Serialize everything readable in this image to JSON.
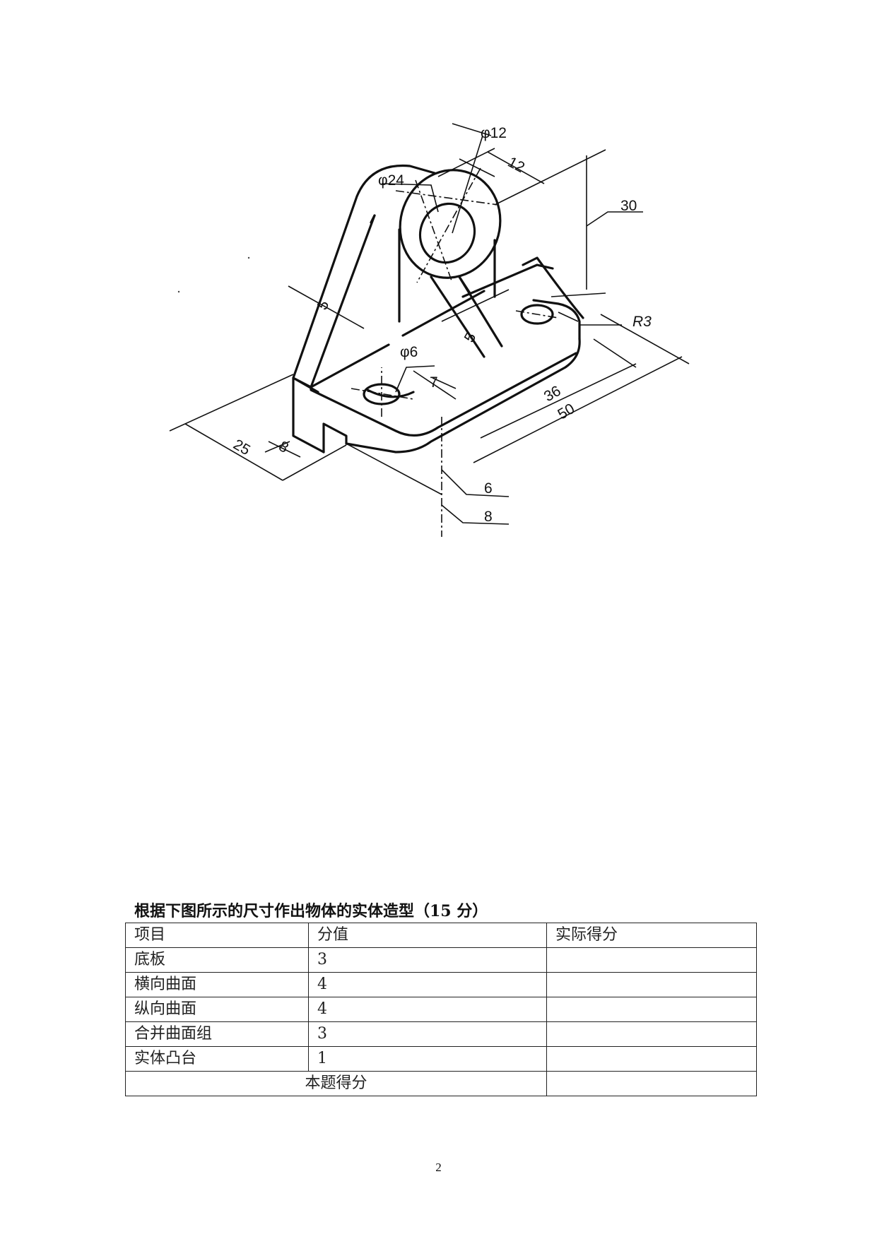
{
  "drawing": {
    "dimensions": {
      "phi12": "φ12",
      "phi24": "φ24",
      "phi6": "φ6",
      "d12": "12",
      "d30": "30",
      "r3": "R3",
      "d5_left": "5",
      "d5_right": "5",
      "d7": "7",
      "d36": "36",
      "d50": "50",
      "d25": "25",
      "d8_front": "8",
      "d6": "6",
      "d8_bottom": "8"
    }
  },
  "question": {
    "title": "根据下图所示的尺寸作出物体的实体造型（15 分）"
  },
  "score_table": {
    "headers": [
      "项目",
      "分值",
      "实际得分"
    ],
    "rows": [
      {
        "item": "底板",
        "score": "3",
        "actual": ""
      },
      {
        "item": "横向曲面",
        "score": "4",
        "actual": ""
      },
      {
        "item": "纵向曲面",
        "score": "4",
        "actual": ""
      },
      {
        "item": "合并曲面组",
        "score": "3",
        "actual": ""
      },
      {
        "item": "实体凸台",
        "score": "1",
        "actual": ""
      }
    ],
    "total_label": "本题得分",
    "total_value": ""
  },
  "page": {
    "number": "2"
  }
}
